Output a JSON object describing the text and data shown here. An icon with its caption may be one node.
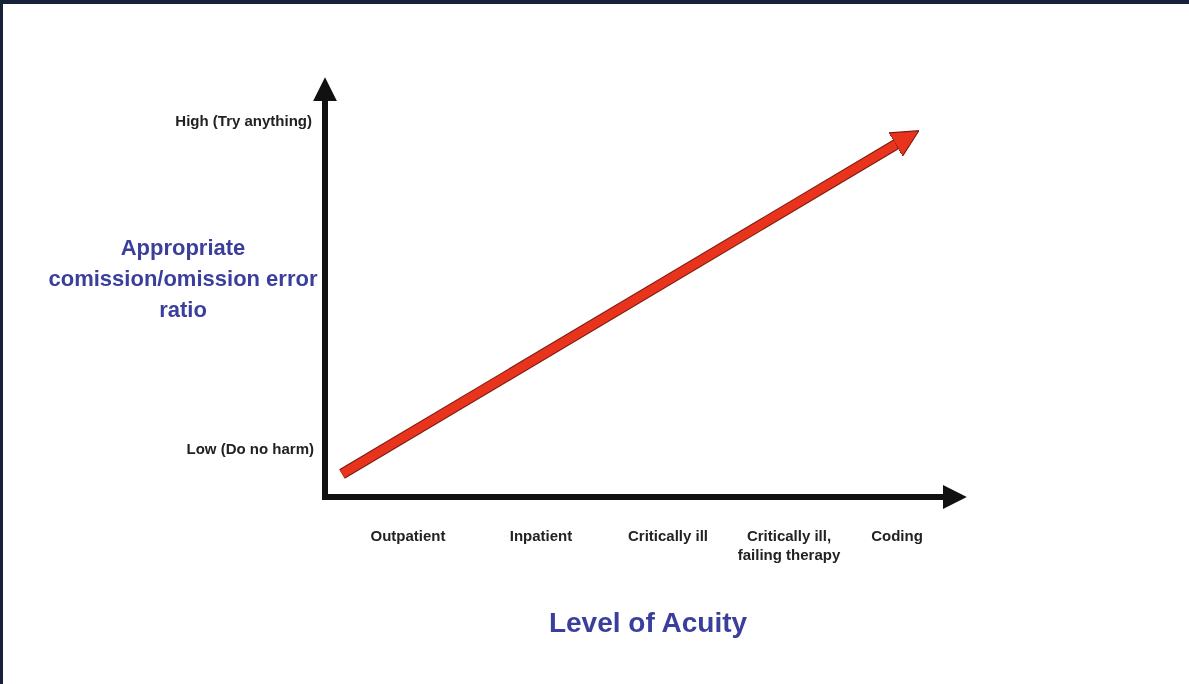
{
  "diagram": {
    "labels": [
      "High (Try anything)",
      "Appropriate comission/omission error ratio",
      "Low (Do no harm)",
      "Outpatient",
      "Inpatient",
      "Critically ill",
      "Critically ill, failing therapy",
      "Coding",
      "Level of Acuity"
    ]
  }
}
